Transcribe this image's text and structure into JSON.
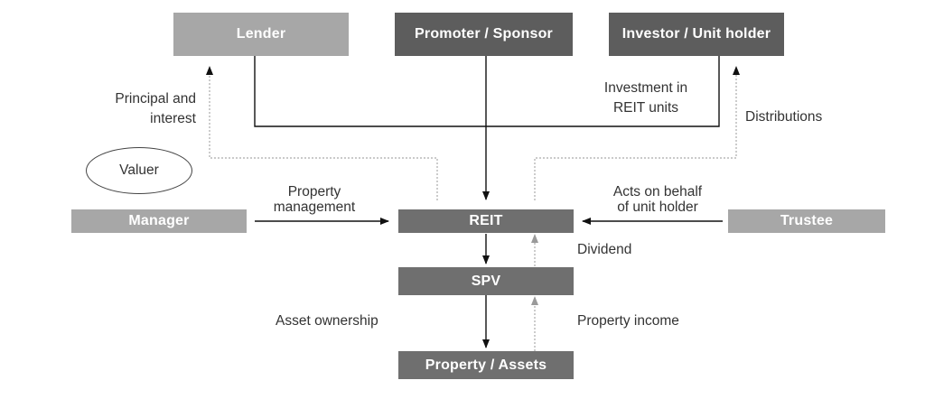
{
  "nodes": {
    "lender": "Lender",
    "promoter": "Promoter / Sponsor",
    "investor": "Investor / Unit holder",
    "valuer": "Valuer",
    "manager": "Manager",
    "reit": "REIT",
    "trustee": "Trustee",
    "spv": "SPV",
    "property": "Property / Assets"
  },
  "labels": {
    "principal_line1": "Principal and",
    "principal_line2": "interest",
    "investment_line1": "Investment in",
    "investment_line2": "REIT units",
    "distributions": "Distributions",
    "property_mgmt_line1": "Property",
    "property_mgmt_line2": "management",
    "acts_line1": "Acts on behalf",
    "acts_line2": "of unit holder",
    "dividend": "Dividend",
    "asset_ownership": "Asset ownership",
    "property_income": "Property income"
  },
  "colors": {
    "light_box": "#a7a7a7",
    "dark_box": "#5d5d5d",
    "line": "#111111",
    "dotted": "#aaaaaa"
  }
}
